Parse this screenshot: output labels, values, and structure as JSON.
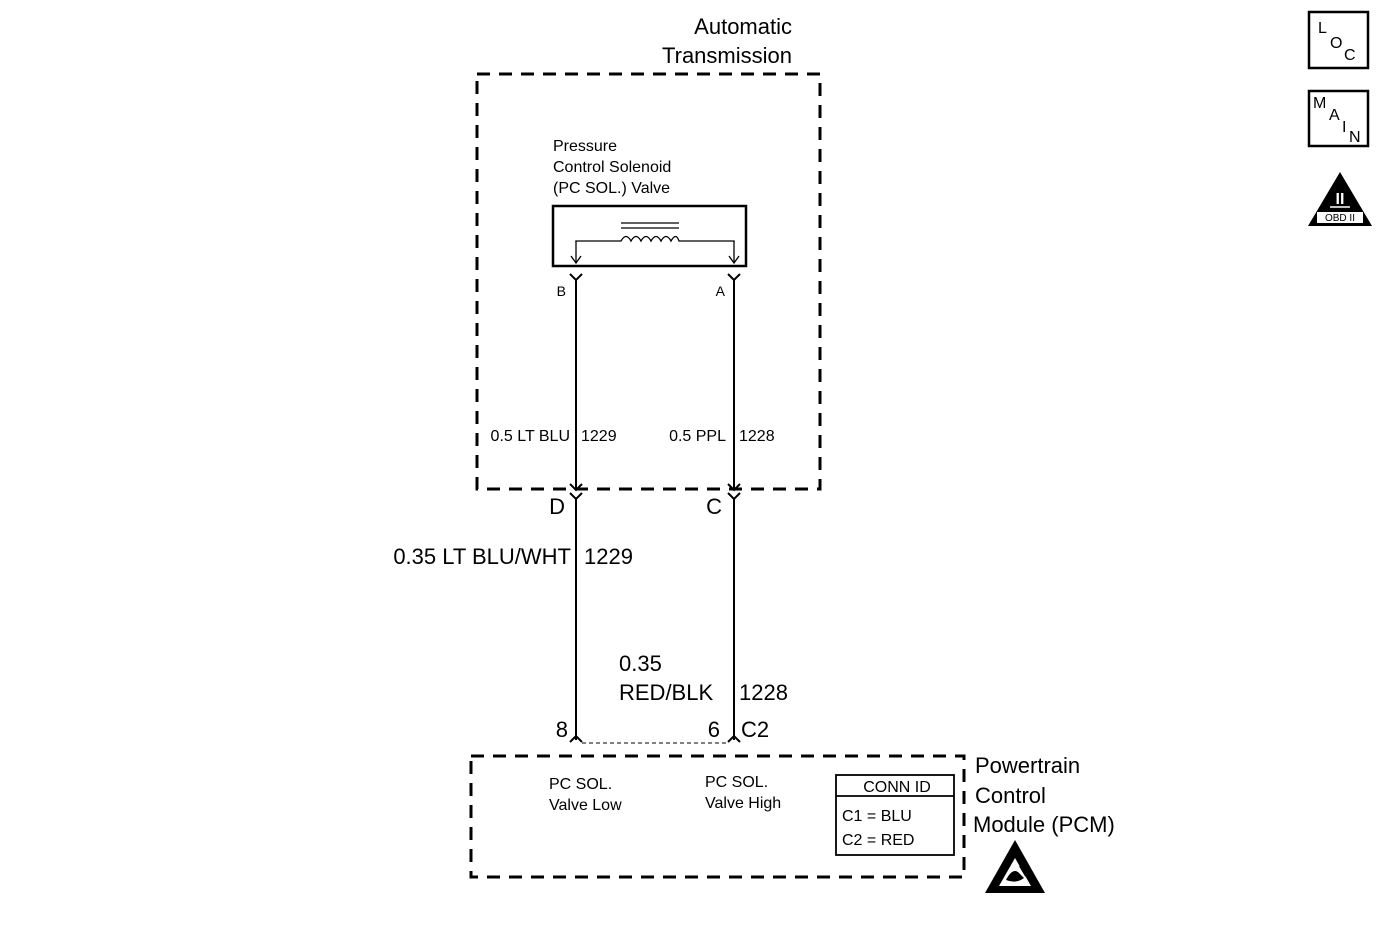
{
  "transmission": {
    "title_line1": "Automatic",
    "title_line2": "Transmission"
  },
  "solenoid": {
    "name_line1": "Pressure",
    "name_line2": "Control Solenoid",
    "name_line3": "(PC SOL.) Valve",
    "terminal_b": "B",
    "terminal_a": "A"
  },
  "wires": {
    "left_inner_label": "0.5 LT BLU",
    "left_inner_circuit": "1229",
    "right_inner_label": "0.5 PPL",
    "right_inner_circuit": "1228",
    "connector_d": "D",
    "connector_c": "C",
    "left_outer_label": "0.35 LT BLU/WHT",
    "left_outer_circuit": "1229",
    "right_outer_label_line1": "0.35",
    "right_outer_label_line2": "RED/BLK",
    "right_outer_circuit": "1228",
    "pin_left": "8",
    "pin_right": "6",
    "pcm_connector": "C2"
  },
  "pcm": {
    "title_line1": "Powertrain",
    "title_line2": "Control",
    "title_line3": "Module (PCM)",
    "low_line1": "PC SOL.",
    "low_line2": "Valve Low",
    "high_line1": "PC SOL.",
    "high_line2": "Valve High",
    "conn_id_header": "CONN ID",
    "conn_c1": "C1 = BLU",
    "conn_c2": "C2 = RED"
  },
  "side_icons": {
    "loc": [
      "L",
      "O",
      "C"
    ],
    "main": [
      "M",
      "A",
      "I",
      "N"
    ],
    "obd_numeral": "II",
    "obd_label": "OBD II"
  }
}
